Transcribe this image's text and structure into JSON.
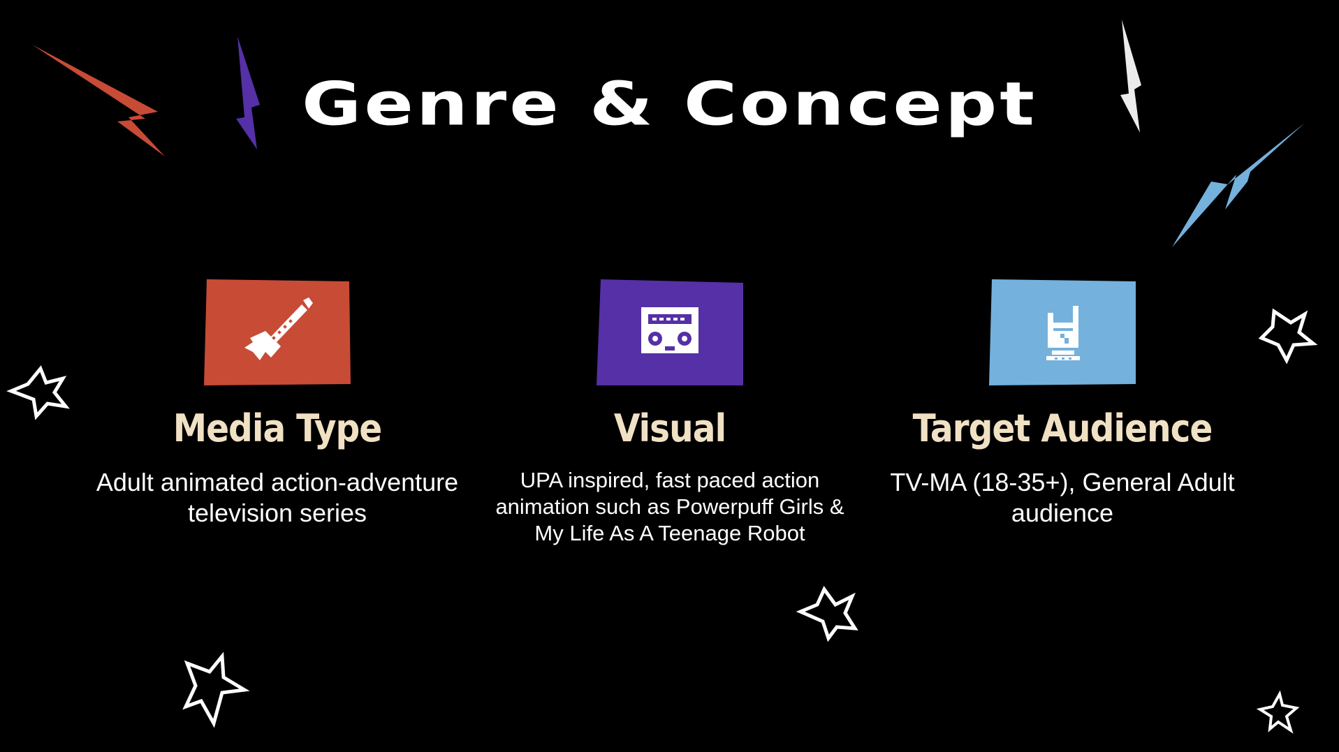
{
  "slide": {
    "title": "Genre & Concept",
    "colors": {
      "background": "#000000",
      "heading": "#f1e1c4",
      "red": "#c84b36",
      "purple": "#5530a6",
      "blue": "#74b1dc",
      "white": "#ffffff"
    }
  },
  "cards": [
    {
      "icon": "electric-guitar-icon",
      "color": "#c84b36",
      "heading": "Media Type",
      "body": "Adult animated action-adventure television series"
    },
    {
      "icon": "boombox-icon",
      "color": "#5530a6",
      "heading": "Visual",
      "body": "UPA inspired, fast paced action animation such as Powerpuff Girls & My Life As A Teenage Robot"
    },
    {
      "icon": "rock-hand-icon",
      "color": "#74b1dc",
      "heading": "Target Audience",
      "body": "TV-MA (18-35+), General Adult audience"
    }
  ]
}
